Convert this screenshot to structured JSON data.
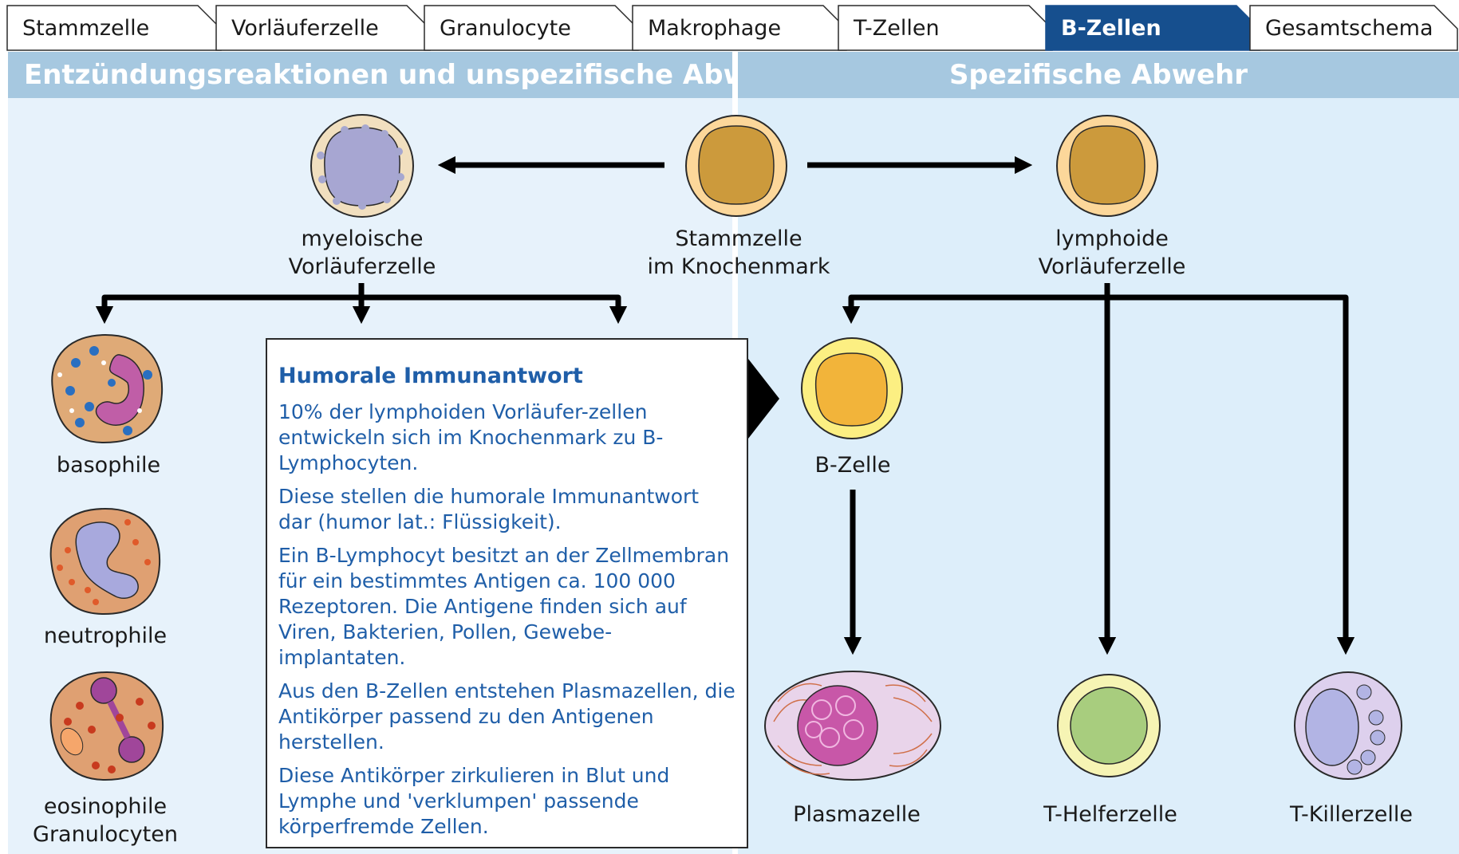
{
  "tabs": [
    {
      "label": "Stammzelle",
      "active": false
    },
    {
      "label": "Vorläuferzelle",
      "active": false
    },
    {
      "label": "Granulocyte",
      "active": false
    },
    {
      "label": "Makrophage",
      "active": false
    },
    {
      "label": "T-Zellen",
      "active": false
    },
    {
      "label": "B-Zellen",
      "active": true
    },
    {
      "label": "Gesamtschema",
      "active": false
    }
  ],
  "headers": {
    "left": "Entzündungsreaktionen und unspezifische Abwehr",
    "right": "Spezifische Abwehr"
  },
  "cells": {
    "myeloid_line1": "myeloische",
    "myeloid_line2": "Vorläuferzelle",
    "stem_line1": "Stammzelle",
    "stem_line2": "im Knochenmark",
    "lymphoid_line1": "lymphoide",
    "lymphoid_line2": "Vorläuferzelle",
    "basophile": "basophile",
    "neutrophile": "neutrophile",
    "eosinophile_line1": "eosinophile",
    "eosinophile_line2": "Granulocyten",
    "bcell": "B-Zelle",
    "plasmazelle": "Plasmazelle",
    "thelfer": "T-Helferzelle",
    "tkiller": "T-Killerzelle"
  },
  "info": {
    "title": "Humorale Immunantwort",
    "paragraphs": [
      "10% der lymphoiden Vorläufer-zellen entwickeln sich im Knochenmark zu B-Lymphocyten.",
      "Diese stellen die humorale Immunantwort dar (humor lat.: Flüssigkeit).",
      "Ein B-Lymphocyt besitzt an der Zellmembran für ein bestimmtes Antigen ca. 100 000 Rezeptoren. Die Antigene finden sich auf Viren, Bakterien, Pollen, Gewebe-implantaten.",
      "Aus den B-Zellen entstehen Plasmazellen, die Antikörper passend zu den Antigenen herstellen.",
      "Diese Antikörper zirkulieren in Blut und Lymphe und 'verklumpen' passende körperfremde Zellen."
    ]
  },
  "colors": {
    "active_tab": "#164f8e",
    "header_bg": "#a6c8e0",
    "info_text": "#1f5ea8",
    "panel_left": "#e7f2fb",
    "panel_right": "#ddeefa"
  }
}
